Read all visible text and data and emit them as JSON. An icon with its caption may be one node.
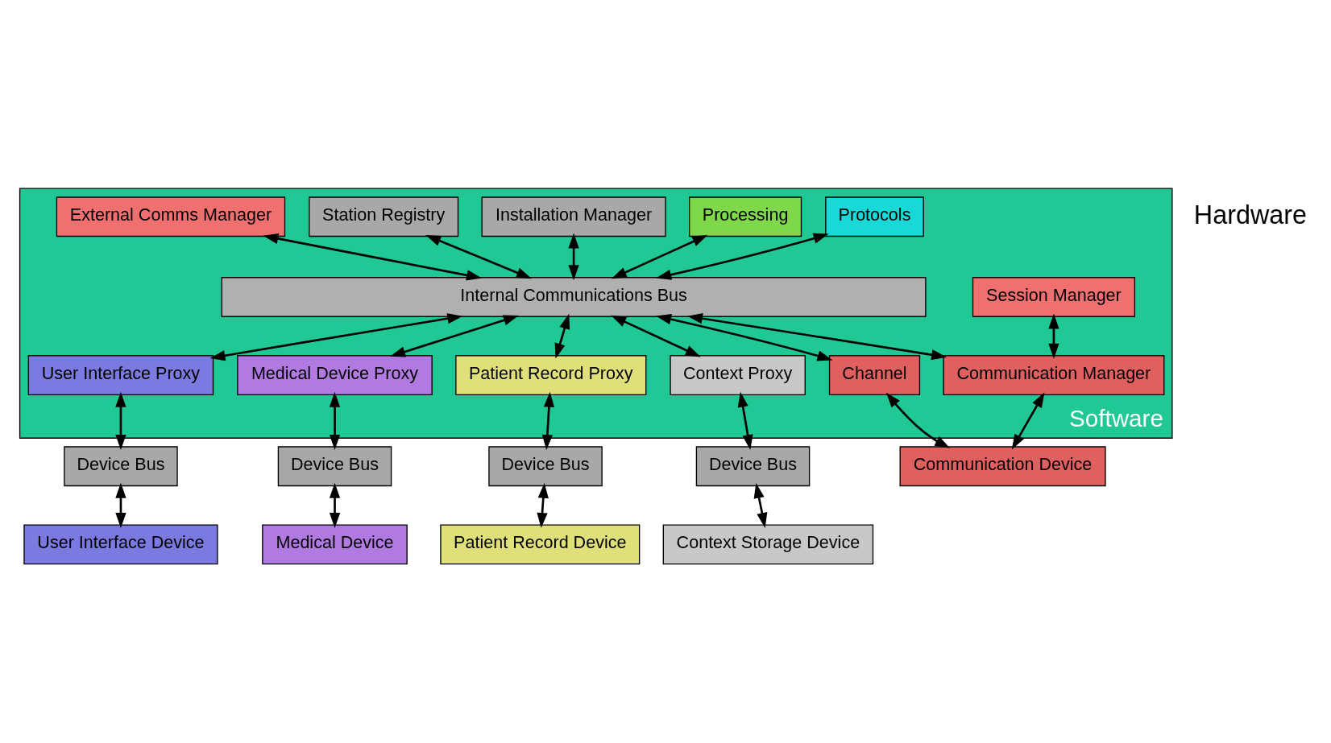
{
  "diagram": {
    "nodes": [
      {
        "text": [
          "Software"
        ]
      },
      {
        "text": [
          "Protocols"
        ],
        "in": 0
      },
      {
        "text": [
          "Processing"
        ],
        "in": 0
      },
      {
        "text": [
          "Installation Manager"
        ],
        "in": 0
      },
      {
        "text": [
          "Station Registry"
        ],
        "in": 0
      },
      {
        "text": [
          "External Comms Manager"
        ],
        "in": 0
      },
      {
        "text": [
          "Session Manager"
        ],
        "in": 0
      },
      {
        "text": [
          "Internal Communications Bus"
        ],
        "in": 0
      },
      {
        "text": [
          "User Interface Proxy"
        ],
        "in": 0
      },
      {
        "text": [
          "Medical Device Proxy"
        ],
        "in": 0
      },
      {
        "text": [
          "Patient Record Proxy"
        ],
        "in": 0
      },
      {
        "text": [
          "Context Proxy"
        ],
        "in": 0
      },
      {
        "text": [
          "Channel"
        ],
        "in": 0
      },
      {
        "text": [
          "Communication Manager"
        ],
        "in": 0
      },
      {
        "text": [
          "Device Bus"
        ]
      },
      {
        "text": [
          "Device Bus"
        ]
      },
      {
        "text": [
          "Device Bus"
        ]
      },
      {
        "text": [
          "Device Bus"
        ]
      },
      {
        "text": [
          "Communication Device"
        ]
      },
      {
        "text": [
          "User Interface Device"
        ]
      },
      {
        "text": [
          "Medical Device"
        ]
      },
      {
        "text": [
          "Patient Record Device"
        ]
      },
      {
        "text": [
          "Context Storage Device"
        ]
      }
    ],
    "edges": [
      {
        "from": 1,
        "to": 7,
        "arrow": "both"
      },
      {
        "from": 2,
        "to": 7,
        "arrow": "both"
      },
      {
        "from": 3,
        "to": 7,
        "arrow": "both"
      },
      {
        "from": 4,
        "to": 7,
        "arrow": "both"
      },
      {
        "from": 5,
        "to": 7,
        "arrow": "both"
      },
      {
        "from": 6,
        "to": 13,
        "arrow": "both"
      },
      {
        "from": 7,
        "to": 8,
        "arrow": "both"
      },
      {
        "from": 7,
        "to": 9,
        "arrow": "both"
      },
      {
        "from": 7,
        "to": 10,
        "arrow": "both"
      },
      {
        "from": 7,
        "to": 11,
        "arrow": "both"
      },
      {
        "from": 7,
        "to": 12,
        "arrow": "both"
      },
      {
        "from": 7,
        "to": 13,
        "arrow": "both"
      },
      {
        "from": 8,
        "to": 14,
        "arrow": "both"
      },
      {
        "from": 9,
        "to": 15,
        "arrow": "both"
      },
      {
        "from": 10,
        "to": 16,
        "arrow": "both"
      },
      {
        "from": 11,
        "to": 17,
        "arrow": "both"
      },
      {
        "from": 12,
        "to": 18,
        "arrow": "both"
      },
      {
        "from": 13,
        "to": 18,
        "arrow": "both"
      },
      {
        "from": 14,
        "to": 19,
        "arrow": "both"
      },
      {
        "from": 15,
        "to": 20,
        "arrow": "both"
      },
      {
        "from": 16,
        "to": 21,
        "arrow": "both"
      },
      {
        "from": 17,
        "to": 22,
        "arrow": "both"
      }
    ],
    "labels": [
      "Hardware"
    ]
  }
}
